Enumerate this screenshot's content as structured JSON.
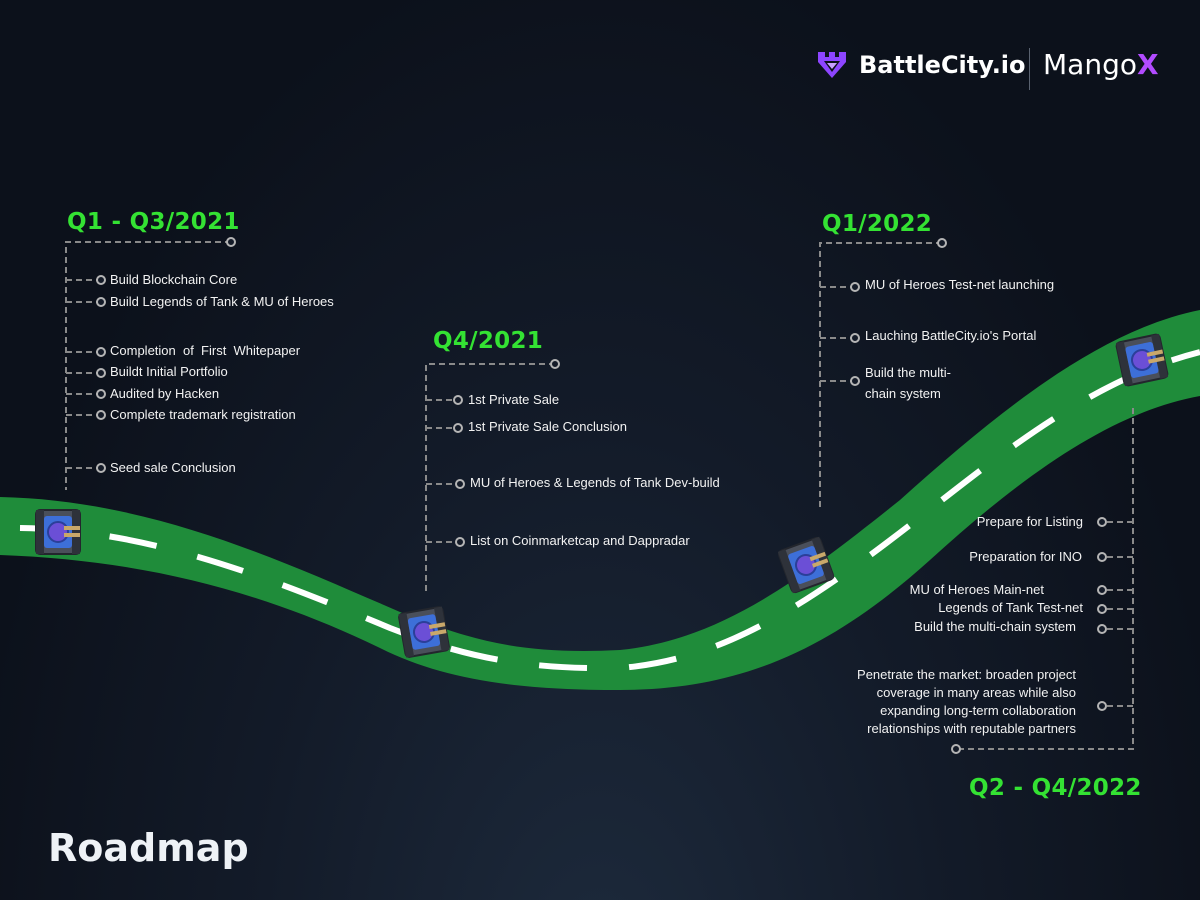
{
  "brand": {
    "name": "BattleCity.io",
    "partner_prefix": "Mango",
    "partner_suffix": "X",
    "accent": "#7b3bff"
  },
  "title": "Roadmap",
  "colors": {
    "road": "#1f8c3a",
    "header": "#34e233",
    "connector": "#8a8a8a"
  },
  "phases": [
    {
      "header": "Q1 - Q3/2021",
      "items": [
        "Build Blockchain Core",
        "Build Legends of Tank & MU of Heroes",
        "Completion  of  First  Whitepaper",
        "Buildt Initial Portfolio",
        "Audited by Hacken",
        "Complete trademark registration",
        "Seed sale Conclusion"
      ]
    },
    {
      "header": "Q4/2021",
      "items": [
        "1st Private Sale",
        "1st Private Sale Conclusion",
        "MU of Heroes & Legends of Tank Dev-build",
        "List on Coinmarketcap and Dappradar"
      ]
    },
    {
      "header": "Q1/2022",
      "items": [
        "MU of Heroes Test-net launching",
        "Lauching BattleCity.io's Portal",
        "Build the multi-\nchain system"
      ]
    },
    {
      "header": "Q2 - Q4/2022",
      "items": [
        "Prepare for Listing",
        "Preparation for INO",
        "MU of Heroes Main-net",
        "Legends of Tank Test-net",
        "Build the multi-chain system",
        "Penetrate the market: broaden project coverage in many areas while also expanding long-term collaboration relationships with reputable partners"
      ]
    }
  ]
}
